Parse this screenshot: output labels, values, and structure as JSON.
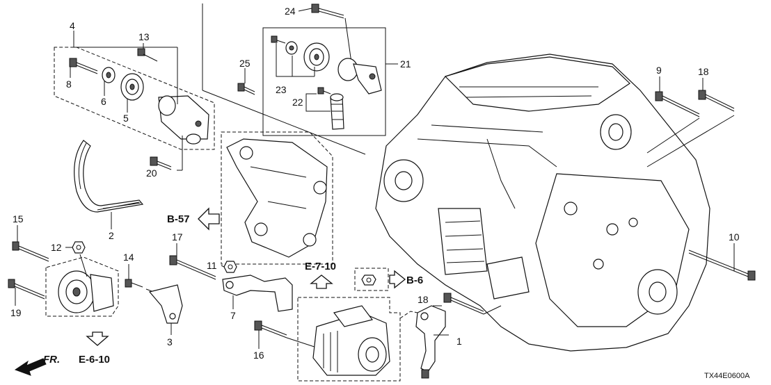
{
  "diagram": {
    "title": "Engine mounting bracket / alternator / starter parts diagram",
    "code": "TX44E0600A",
    "front_label": "FR."
  },
  "callouts": {
    "c1": "1",
    "c2": "2",
    "c3": "3",
    "c4": "4",
    "c5": "5",
    "c6": "6",
    "c7": "7",
    "c8": "8",
    "c9": "9",
    "c10": "10",
    "c11": "11",
    "c12": "12",
    "c13": "13",
    "c14": "14",
    "c15": "15",
    "c16": "16",
    "c17": "17",
    "c18a": "18",
    "c18b": "18",
    "c19": "19",
    "c20": "20",
    "c21": "21",
    "c22": "22",
    "c23": "23",
    "c24": "24",
    "c25": "25"
  },
  "refs": {
    "b57": "B-57",
    "e710": "E-7-10",
    "b6": "B-6",
    "e610": "E-6-10"
  }
}
